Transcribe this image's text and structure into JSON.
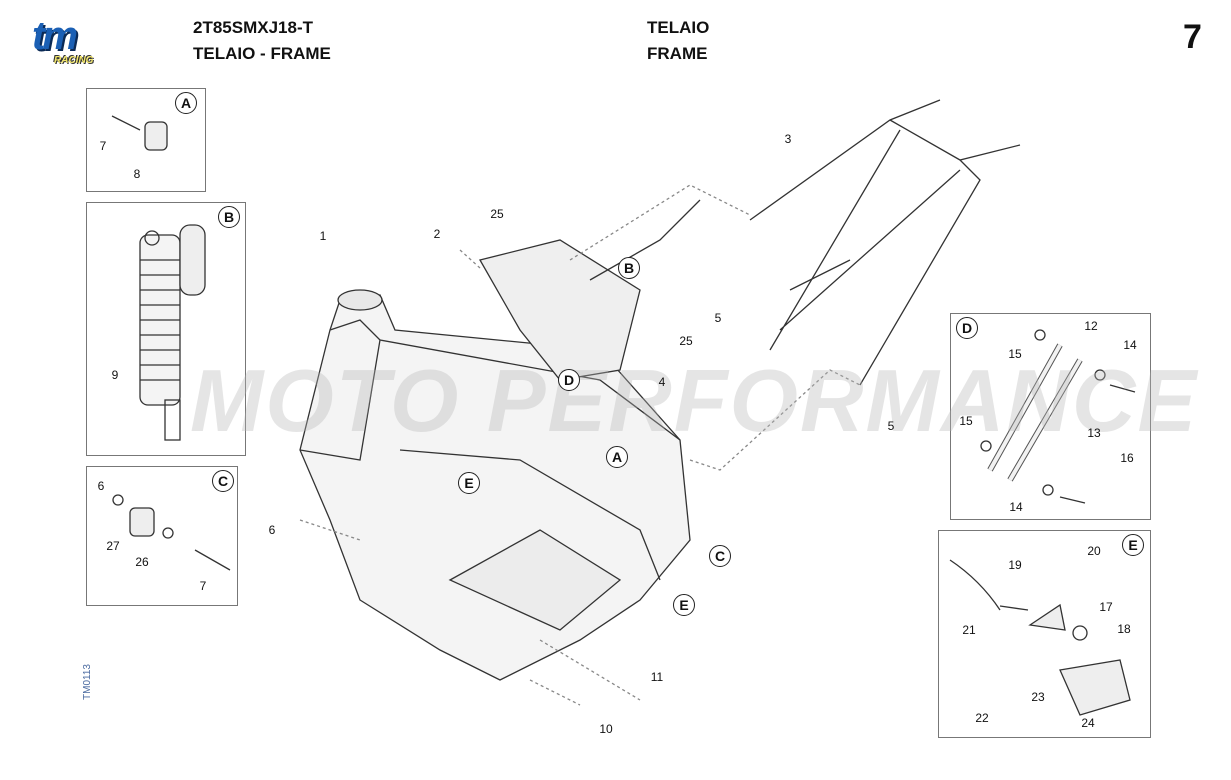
{
  "header": {
    "model": "2T85SMXJ18-T",
    "subtitle": "TELAIO - FRAME",
    "title_it": "TELAIO",
    "title_en": "FRAME",
    "page_number": "7"
  },
  "logo": {
    "brand": "tm",
    "sub": "RACING"
  },
  "drawing_code": "TM0113",
  "watermark": "MOTO PERFORMANCE",
  "main_callouts": [
    "1",
    "2",
    "25",
    "B",
    "25",
    "5",
    "4",
    "D",
    "3",
    "5",
    "A",
    "E",
    "C",
    "E",
    "6",
    "11",
    "10"
  ],
  "box_a": [
    "A",
    "7",
    "8"
  ],
  "box_b": [
    "B",
    "9"
  ],
  "box_c": [
    "C",
    "6",
    "27",
    "26",
    "7"
  ],
  "box_d": [
    "D",
    "12",
    "15",
    "14",
    "15",
    "13",
    "16",
    "14"
  ],
  "box_e": [
    "E",
    "20",
    "19",
    "17",
    "18",
    "21",
    "23",
    "22",
    "24"
  ]
}
